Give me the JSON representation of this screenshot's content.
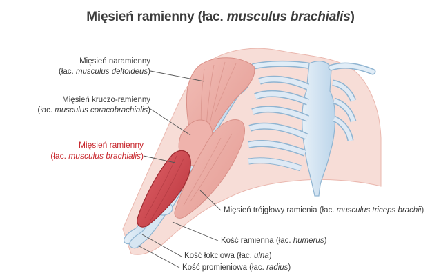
{
  "title": {
    "main": "Mięsień ramienny (łac. ",
    "latin": "musculus brachialis",
    "close": ")"
  },
  "colors": {
    "highlight_text": "#c8282e",
    "muscle_highlight": "#d24a52",
    "muscle_other": "#e9a9a3",
    "skin": "#f6d6cf",
    "bone": "#d5e6f3",
    "bone_stroke": "#8fb4d1",
    "leader_line": "#555555"
  },
  "labels": {
    "deltoid": {
      "name": "Mięsień naramienny",
      "prefix": "(łac. ",
      "latin": "musculus deltoideus",
      "suffix": ")"
    },
    "coraco": {
      "name": "Mięsień kruczo-ramienny",
      "prefix": "(łac. ",
      "latin": "musculus coracobrachialis",
      "suffix": ")"
    },
    "brachialis": {
      "name": "Mięsień ramienny",
      "prefix": "(łac. ",
      "latin": "musculus brachialis",
      "suffix": ")"
    },
    "triceps": {
      "prefix": "Mięsień trójgłowy ramienia (łac. ",
      "latin": "musculus triceps brachii",
      "suffix": ")"
    },
    "humerus": {
      "prefix": "Kość ramienna (łac. ",
      "latin": "humerus",
      "suffix": ")"
    },
    "ulna": {
      "prefix": "Kość łokciowa (łac. ",
      "latin": "ulna",
      "suffix": ")"
    },
    "radius": {
      "prefix": "Kość promieniowa (łac. ",
      "latin": "radius",
      "suffix": ")"
    }
  }
}
